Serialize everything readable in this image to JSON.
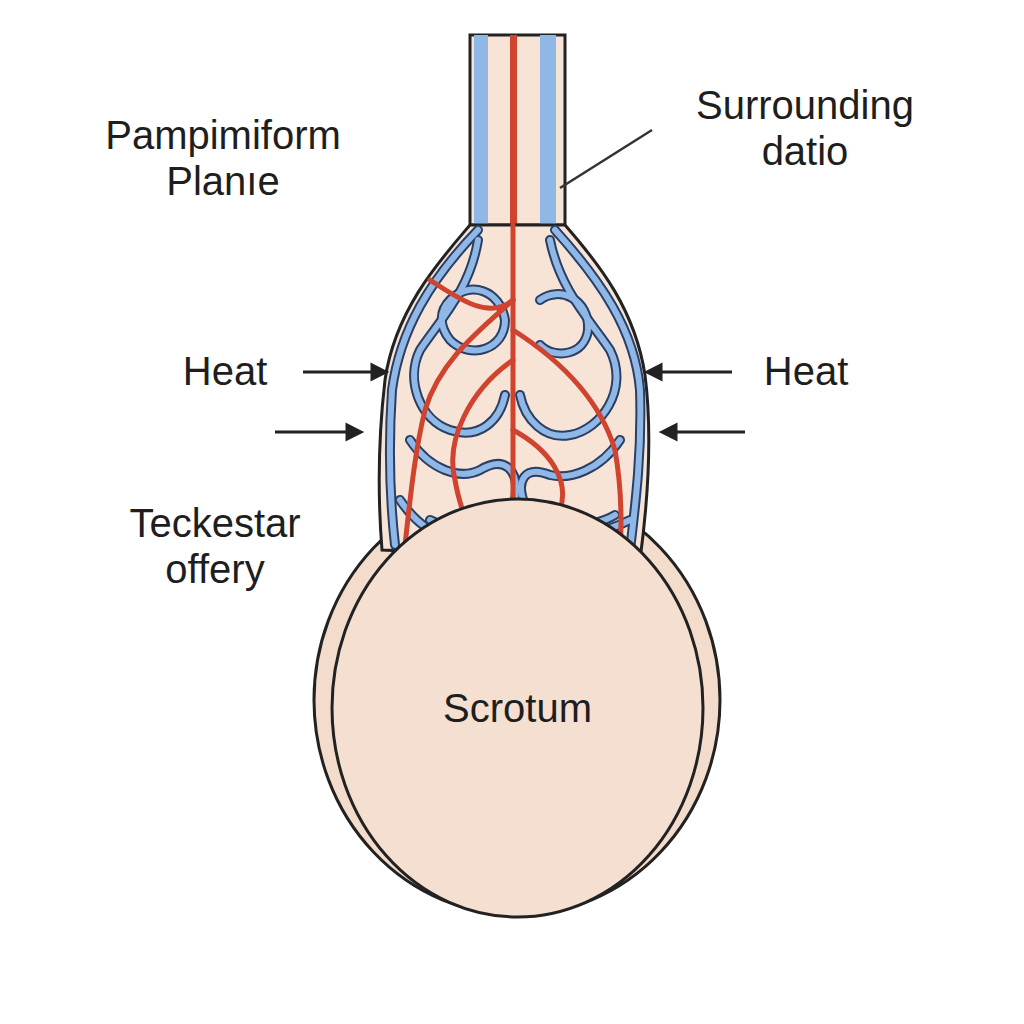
{
  "diagram": {
    "nodes": [
      {
        "text": [
          "Scrotum"
        ]
      }
    ],
    "labels": [
      "Pampimiform Planıe",
      "Surrounding datio",
      "Heat",
      "Heat",
      "Teckestar offery"
    ]
  }
}
